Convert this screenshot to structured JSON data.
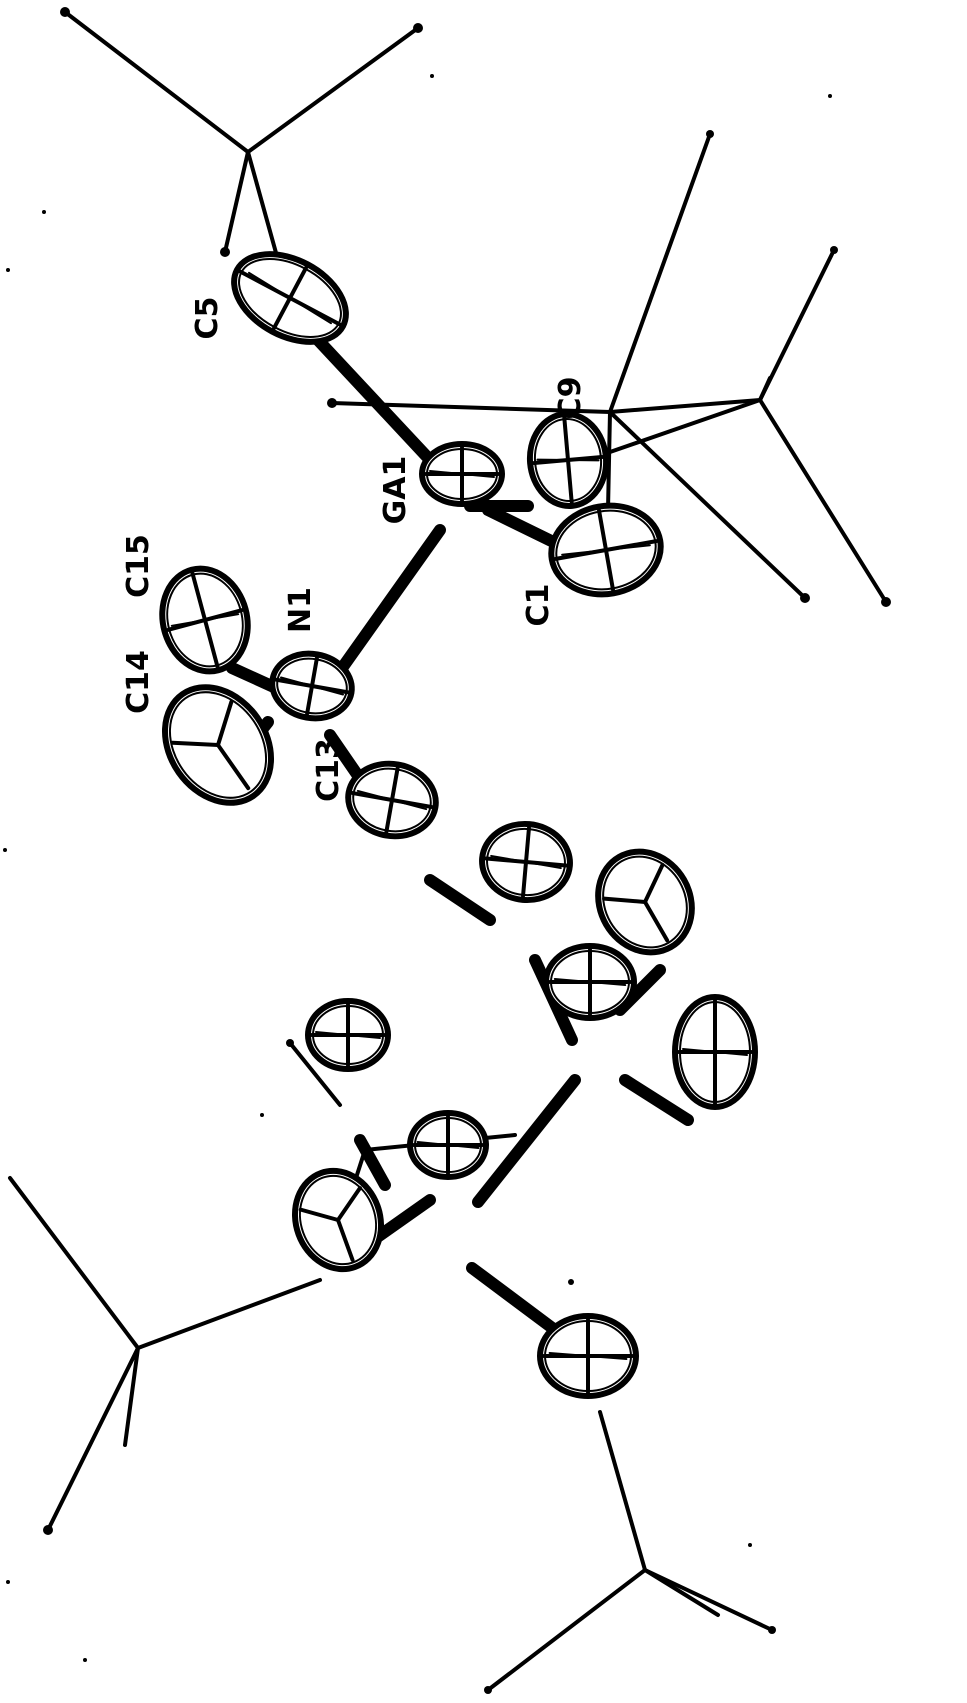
{
  "figure": {
    "ink_color": "#000000",
    "background": "#ffffff",
    "atom_labels": {
      "c5": "C5",
      "c9": "C9",
      "ga1": "GA1",
      "c15": "C15",
      "n1": "N1",
      "c1": "C1",
      "c14": "C14",
      "c13": "C13"
    }
  }
}
